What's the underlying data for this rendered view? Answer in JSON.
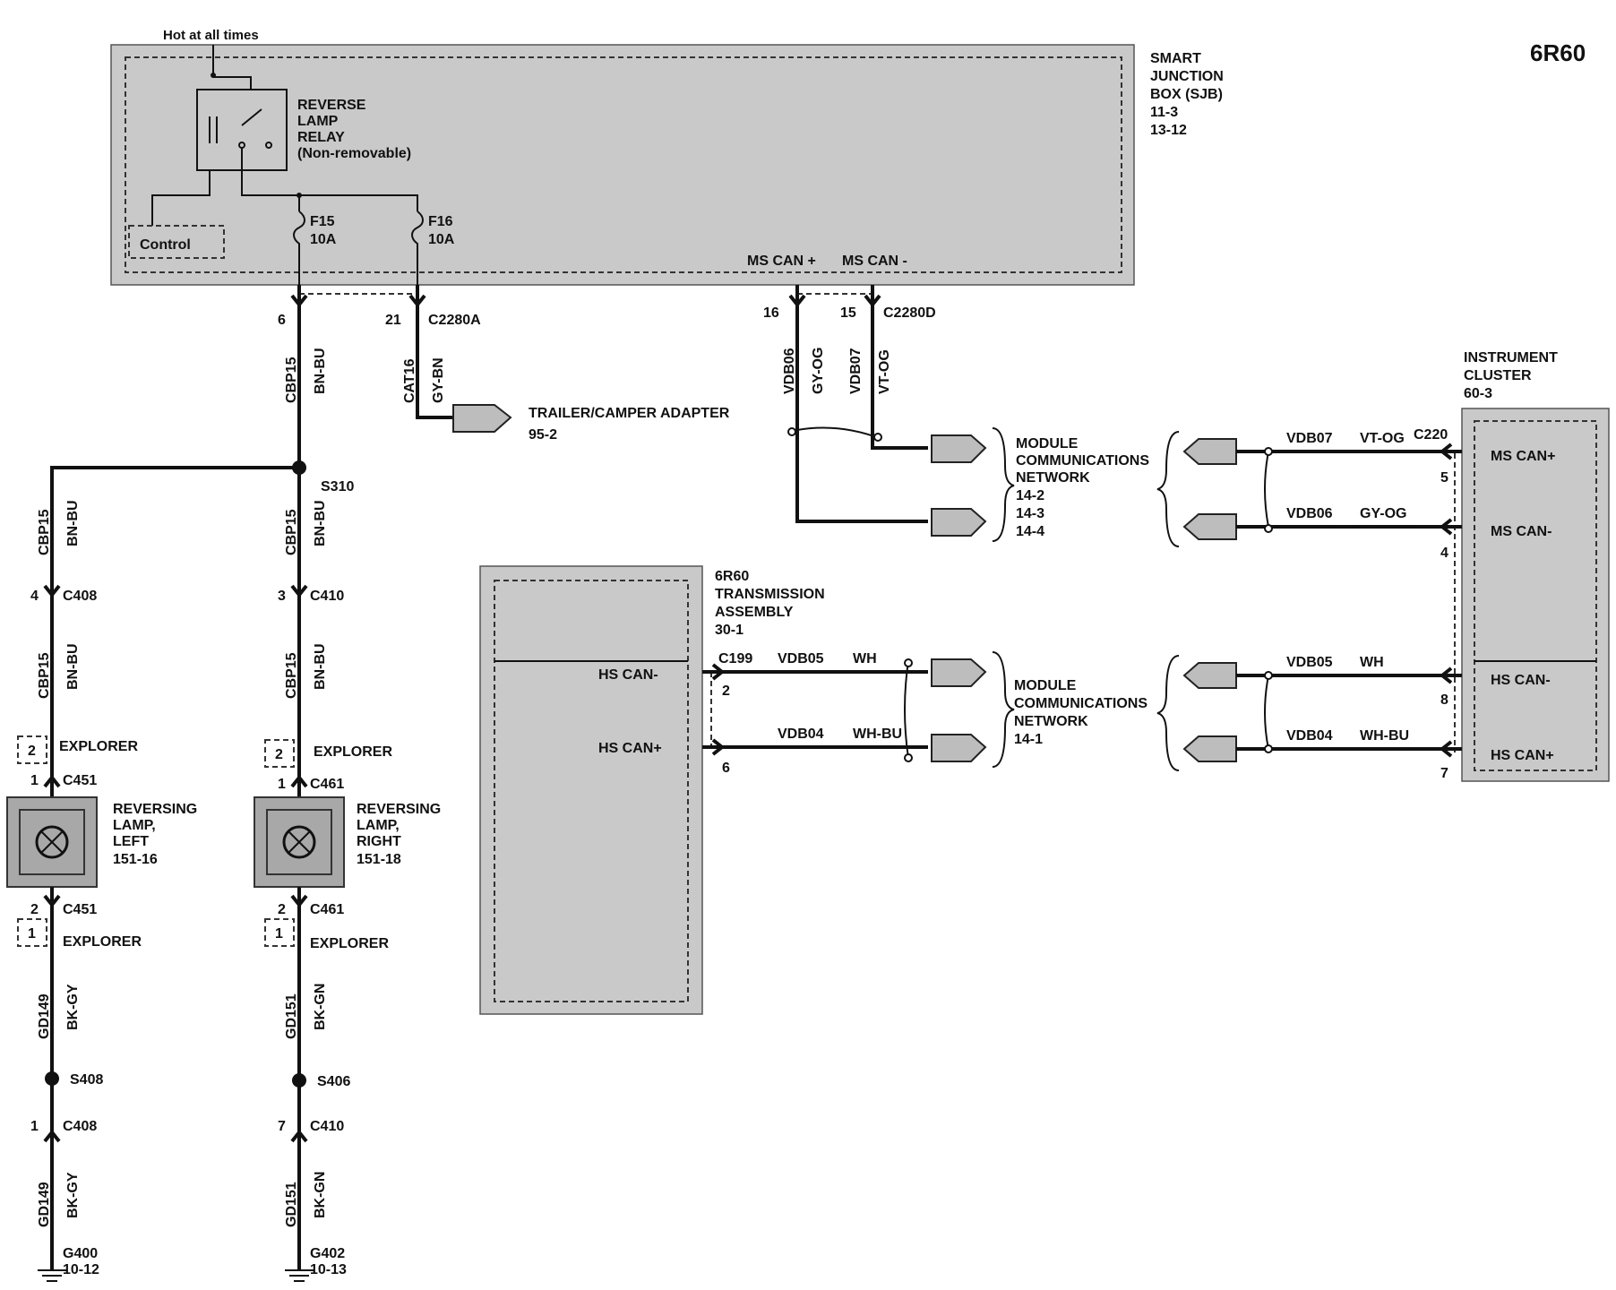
{
  "page_title": "6R60",
  "sjb": {
    "hot_label": "Hot at all times",
    "name_lines": [
      "SMART",
      "JUNCTION",
      "BOX (SJB)",
      "11-3",
      "13-12"
    ],
    "relay_lines": [
      "REVERSE",
      "LAMP",
      "RELAY",
      "(Non-removable)"
    ],
    "control_label": "Control",
    "fuse_f15": [
      "F15",
      "10A"
    ],
    "fuse_f16": [
      "F16",
      "10A"
    ],
    "ms_can_plus": "MS CAN +",
    "ms_can_minus": "MS CAN -"
  },
  "connectors": {
    "c2280a": "C2280A",
    "pin6": "6",
    "pin21": "21",
    "c2280d": "C2280D",
    "pin16": "16",
    "pin15": "15",
    "c408": "C408",
    "c410": "C410",
    "c451": "C451",
    "c461": "C461",
    "c199": "C199",
    "c220": "C220",
    "pin4": "4",
    "pin3": "3",
    "pin1": "1",
    "pin2": "2",
    "pin7": "7",
    "pin5": "5",
    "pin8": "8"
  },
  "wires": {
    "cbp15": "CBP15",
    "bn_bu": "BN-BU",
    "cat16": "CAT16",
    "gy_bn": "GY-BN",
    "vdb06": "VDB06",
    "gy_og": "GY-OG",
    "vdb07": "VDB07",
    "vt_og": "VT-OG",
    "vdb05": "VDB05",
    "wh": "WH",
    "vdb04": "VDB04",
    "wh_bu": "WH-BU",
    "gd149": "GD149",
    "bk_gy": "BK-GY",
    "gd151": "GD151",
    "bk_gn": "BK-GN"
  },
  "splices": {
    "s310": "S310",
    "s408": "S408",
    "s406": "S406"
  },
  "trailer": [
    "TRAILER/CAMPER ADAPTER",
    "95-2"
  ],
  "mcn_upper": [
    "MODULE",
    "COMMUNICATIONS",
    "NETWORK",
    "14-2",
    "14-3",
    "14-4"
  ],
  "mcn_lower": [
    "MODULE",
    "COMMUNICATIONS",
    "NETWORK",
    "14-1"
  ],
  "transmission": [
    "6R60",
    "TRANSMISSION",
    "ASSEMBLY",
    "30-1"
  ],
  "hs_can_minus": "HS CAN-",
  "hs_can_plus": "HS CAN+",
  "instrument_cluster": [
    "INSTRUMENT",
    "CLUSTER",
    "60-3"
  ],
  "ms_can_plus_ic": "MS CAN+",
  "ms_can_minus_ic": "MS CAN-",
  "explorer": "EXPLORER",
  "box_2": "2",
  "box_1": "1",
  "lamp_left": [
    "REVERSING",
    "LAMP,",
    "LEFT",
    "151-16"
  ],
  "lamp_right": [
    "REVERSING",
    "LAMP,",
    "RIGHT",
    "151-18"
  ],
  "ground_left": [
    "G400",
    "10-12"
  ],
  "ground_right": [
    "G402",
    "10-13"
  ]
}
